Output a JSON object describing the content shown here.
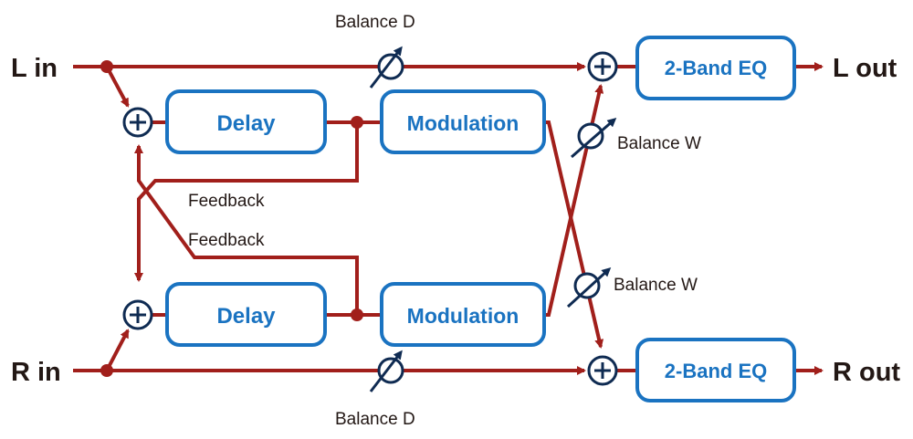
{
  "io": {
    "l_in": "L in",
    "r_in": "R in",
    "l_out": "L out",
    "r_out": "R out"
  },
  "blocks": {
    "delay_top": "Delay",
    "delay_bottom": "Delay",
    "modulation_top": "Modulation",
    "modulation_bottom": "Modulation",
    "eq_top": "2-Band EQ",
    "eq_bottom": "2-Band EQ"
  },
  "labels": {
    "balance_d_top": "Balance D",
    "balance_d_bottom": "Balance D",
    "balance_w_top": "Balance W",
    "balance_w_bottom": "Balance W",
    "feedback_top": "Feedback",
    "feedback_bottom": "Feedback"
  },
  "colors": {
    "signal_line": "#a11f1b",
    "block_border": "#1a73c1",
    "block_text": "#1a73c1",
    "node_outline": "#0f2b52",
    "text": "#231815"
  },
  "icons": {
    "mixer": "plus-circle-icon",
    "balance_control": "knob-arrow-icon"
  }
}
